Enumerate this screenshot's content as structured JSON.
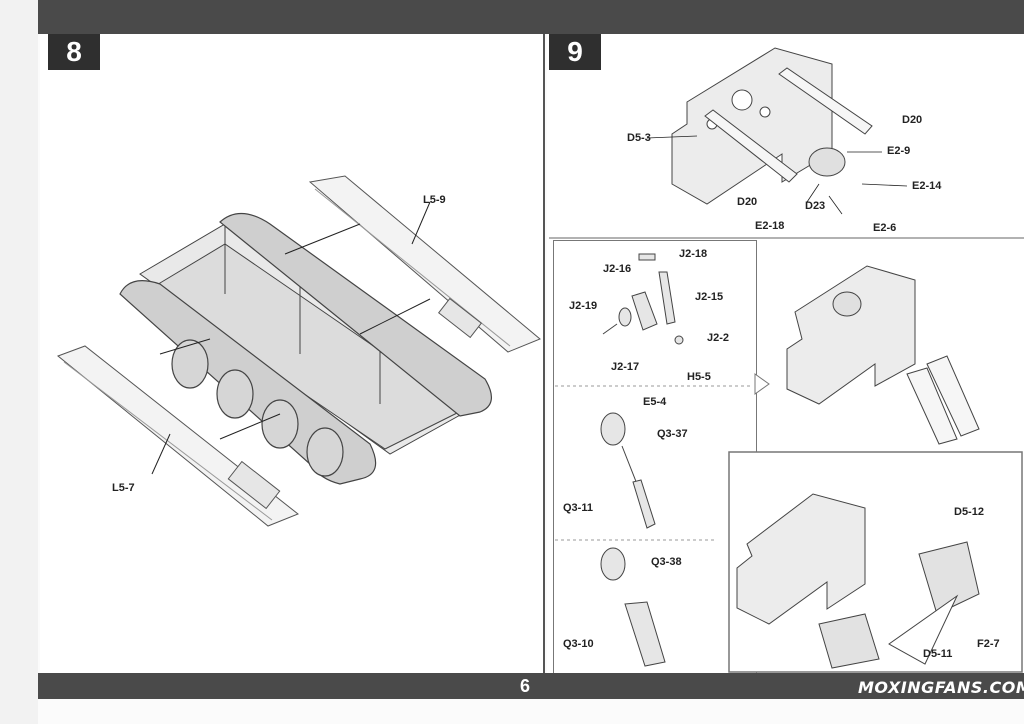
{
  "page_number": "6",
  "watermark": "MOXINGFANS.COM",
  "step8": {
    "number": "8",
    "labels": {
      "top_plate": "L5-9",
      "bottom_plate": "L5-7"
    }
  },
  "step9": {
    "number": "9",
    "labels": {
      "d5_3": "D5-3",
      "d20_a": "D20",
      "d20_b": "D20",
      "e2_9": "E2-9",
      "e2_14": "E2-14",
      "d23": "D23",
      "e2_18": "E2-18",
      "e2_6": "E2-6"
    },
    "sub_a": {
      "j2_18": "J2-18",
      "j2_16": "J2-16",
      "j2_15": "J2-15",
      "j2_19": "J2-19",
      "j2_2": "J2-2",
      "j2_17": "J2-17",
      "h5_5": "H5-5"
    },
    "sub_b": {
      "e5_4": "E5-4",
      "q3_37": "Q3-37",
      "q3_11": "Q3-11"
    },
    "sub_c": {
      "q3_38": "Q3-38",
      "q3_10": "Q3-10"
    },
    "sub_d": {
      "d5_12": "D5-12",
      "f2_7": "F2-7",
      "partial": "D5-11"
    }
  }
}
